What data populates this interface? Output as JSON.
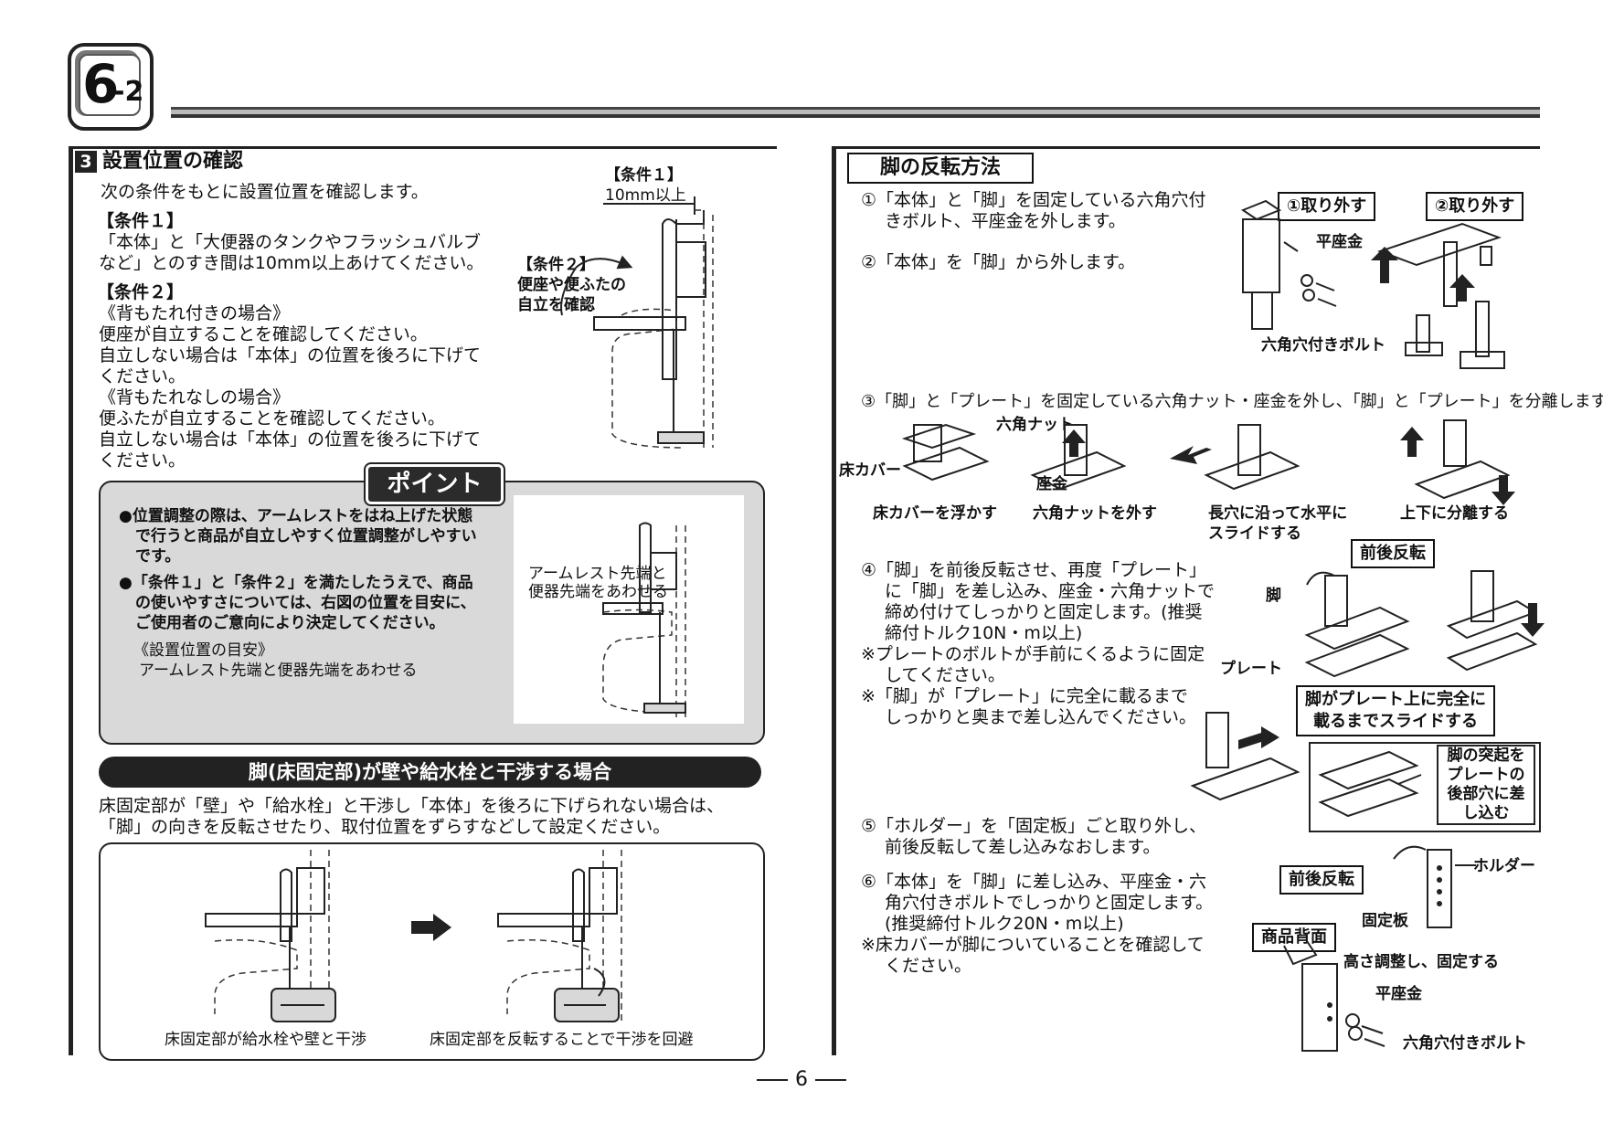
{
  "badge": {
    "main": "6",
    "sub": "-2"
  },
  "page_number": "6",
  "left": {
    "section_num": "3",
    "section_title": "設置位置の確認",
    "intro": "次の条件をもとに設置位置を確認します。",
    "cond1_head": "【条件１】",
    "cond1_l1": "「本体」と「大便器のタンクやフラッシュバルブ",
    "cond1_l2": "など」とのすき間は10mm以上あけてください。",
    "cond2_head": "【条件２】",
    "cond2_sub1": "《背もたれ付きの場合》",
    "cond2_a1": "便座が自立することを確認してください。",
    "cond2_a2": "自立しない場合は「本体」の位置を後ろに下げて",
    "cond2_a3": "ください。",
    "cond2_sub2": "《背もたれなしの場合》",
    "cond2_b1": "便ふたが自立することを確認してください。",
    "cond2_b2": "自立しない場合は「本体」の位置を後ろに下げて",
    "cond2_b3": "ください。",
    "fig1_cond1": "【条件１】",
    "fig1_10mm": "10mm以上",
    "fig1_cond2_1": "【条件２】",
    "fig1_cond2_2": "便座や便ふたの",
    "fig1_cond2_3": "自立を確認",
    "point_title": "ポイント",
    "point_b1_1": "●位置調整の際は、アームレストをはね上げた状態",
    "point_b1_2": "で行うと商品が自立しやすく位置調整がしやすい",
    "point_b1_3": "です。",
    "point_b2_1": "●「条件１」と「条件２」を満たしたうえで、商品",
    "point_b2_2": "の使いやすさについては、右図の位置を目安に、",
    "point_b2_3": "ご使用者のご意向により決定してください。",
    "point_guide_head": "《設置位置の目安》",
    "point_guide_text": "アームレスト先端と便器先端をあわせる",
    "point_fig_1": "アームレスト先端と",
    "point_fig_2": "便器先端をあわせる",
    "legs_title": "脚(床固定部)が壁や給水栓と干渉する場合",
    "legs_t1": "床固定部が「壁」や「給水栓」と干渉し「本体」を後ろに下げられない場合は、",
    "legs_t2": "「脚」の向きを反転させたり、取付位置をずらすなどして設定ください。",
    "legs_cap1": "床固定部が給水栓や壁と干渉",
    "legs_cap2": "床固定部を反転することで干渉を回避"
  },
  "right": {
    "title": "脚の反転方法",
    "s1_1": "①「本体」と「脚」を固定している六角穴付",
    "s1_2": "きボルト、平座金を外します。",
    "s2": "②「本体」を「脚」から外します。",
    "fig_remove1": "①取り外す",
    "fig_remove2": "②取り外す",
    "fig_washer": "平座金",
    "fig_bolt": "六角穴付きボルト",
    "s3": "③「脚」と「プレート」を固定している六角ナット・座金を外し、「脚」と「プレート」を分離します。",
    "fig_nut": "六角ナット",
    "fig_floorcover": "床カバー",
    "fig_zagane": "座金",
    "cap3a": "床カバーを浮かす",
    "cap3b": "六角ナットを外す",
    "cap3c1": "長穴に沿って水平に",
    "cap3c2": "スライドする",
    "cap3d": "上下に分離する",
    "s4_1": "④「脚」を前後反転させ、再度「プレート」",
    "s4_2": "に「脚」を差し込み、座金・六角ナットで",
    "s4_3": "締め付けてしっかりと固定します。(推奨",
    "s4_4": "締付トルク10N・m以上)",
    "s4_n1": "※プレートのボルトが手前にくるように固定",
    "s4_n1b": "してください。",
    "s4_n2": "※「脚」が「プレート」に完全に載るまで",
    "s4_n2b": "しっかりと奥まで差し込んでください。",
    "fig_reverse": "前後反転",
    "fig_leg": "脚",
    "fig_plate": "プレート",
    "fig_slide1": "脚がプレート上に完全に",
    "fig_slide2": "載るまでスライドする",
    "fig_insert1": "脚の突起を",
    "fig_insert2": "プレートの",
    "fig_insert3": "後部穴に差",
    "fig_insert4": "し込む",
    "s5_1": "⑤「ホルダー」を「固定板」ごと取り外し、",
    "s5_2": "前後反転して差し込みなおします。",
    "s6_1": "⑥「本体」を「脚」に差し込み、平座金・六",
    "s6_2": "角穴付きボルトでしっかりと固定します。",
    "s6_3": "(推奨締付トルク20N・m以上)",
    "s6_n1": "※床カバーが脚についていることを確認して",
    "s6_n1b": "ください。",
    "fig_reverse2": "前後反転",
    "fig_holder": "ホルダー",
    "fig_fixplate": "固定板",
    "fig_back": "商品背面",
    "fig_height": "高さ調整し、固定する",
    "fig_washer2": "平座金",
    "fig_bolt2": "六角穴付きボルト"
  }
}
